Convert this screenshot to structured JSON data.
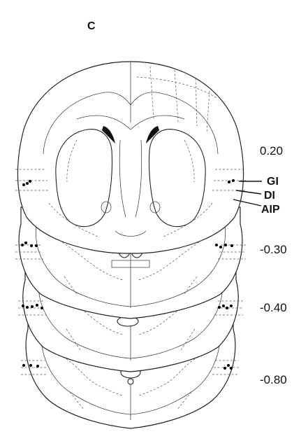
{
  "figure": {
    "panel_letter": "C",
    "levels": [
      {
        "label": "0.20"
      },
      {
        "label": "-0.30"
      },
      {
        "label": "-0.40"
      },
      {
        "label": "-0.80"
      }
    ],
    "regions": [
      {
        "label": "GI"
      },
      {
        "label": "DI"
      },
      {
        "label": "AIP"
      }
    ]
  }
}
